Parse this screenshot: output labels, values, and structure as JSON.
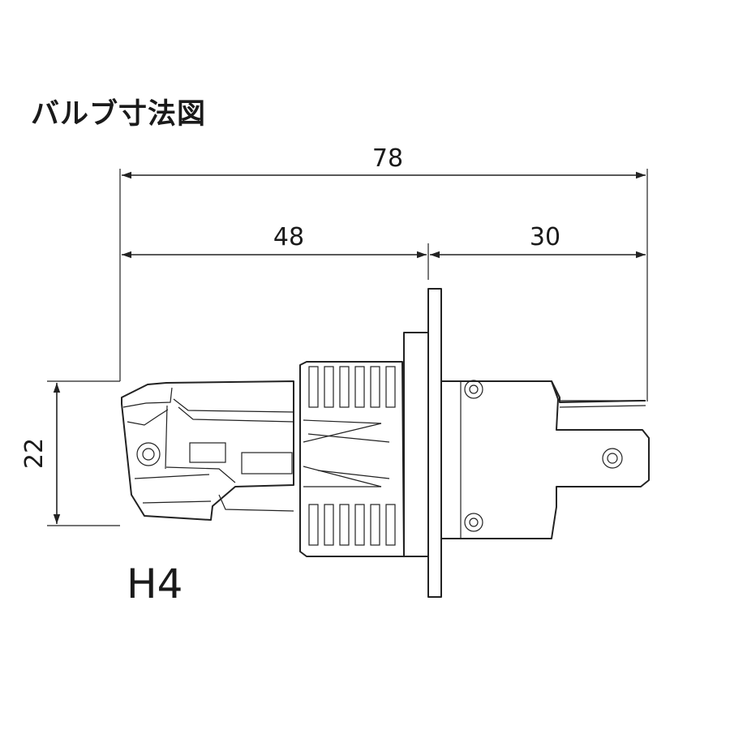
{
  "title": "バルブ寸法図",
  "dimensions": {
    "total_length": "78",
    "body_length": "48",
    "terminal_length": "30",
    "height": "22"
  },
  "model": "H4"
}
